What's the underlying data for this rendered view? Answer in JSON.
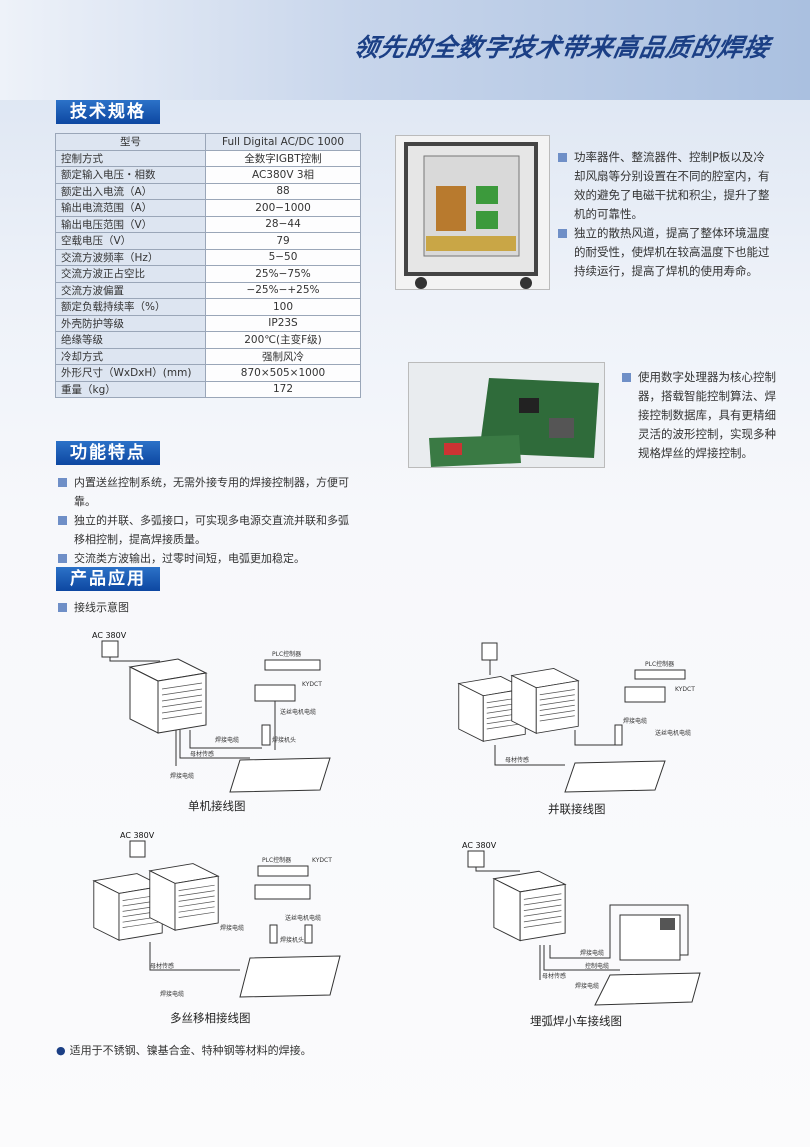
{
  "banner": {
    "title": "领先的全数字技术带来高品质的焊接"
  },
  "spec": {
    "heading": "技术规格",
    "header": [
      "型号",
      "Full Digital AC/DC 1000"
    ],
    "rows": [
      [
        "控制方式",
        "全数字IGBT控制"
      ],
      [
        "额定输入电压・相数",
        "AC380V 3相"
      ],
      [
        "额定出入电流（A）",
        "88"
      ],
      [
        "输出电流范围（A）",
        "200−1000"
      ],
      [
        "输出电压范围（V）",
        "28−44"
      ],
      [
        "空载电压（V）",
        "79"
      ],
      [
        "交流方波频率（Hz）",
        "5−50"
      ],
      [
        "交流方波正占空比",
        "25%−75%"
      ],
      [
        "交流方波偏置",
        "−25%−+25%"
      ],
      [
        "额定负载持续率（%）",
        "100"
      ],
      [
        "外壳防护等级",
        "IP23S"
      ],
      [
        "绝缘等级",
        "200℃(主变F级)"
      ],
      [
        "冷却方式",
        "强制风冷"
      ],
      [
        "外形尺寸（WxDxH）(mm)",
        "870×505×1000"
      ],
      [
        "重量（kg）",
        "172"
      ]
    ]
  },
  "machine_points": [
    "功率器件、整流器件、控制P板以及冷却风扇等分别设置在不同的腔室内，有效的避免了电磁干扰和积尘，提升了整机的可靠性。",
    "独立的散热风道，提高了整体环境温度的耐受性，使焊机在较高温度下也能过持续运行，提高了焊机的使用寿命。"
  ],
  "board_points": [
    "使用数字处理器为核心控制器，搭载智能控制算法、焊接控制数据库，具有更精细灵活的波形控制，实现多种规格焊丝的焊接控制。"
  ],
  "features": {
    "heading": "功能特点",
    "items": [
      "内置送丝控制系统，无需外接专用的焊接控制器，方便可靠。",
      "独立的并联、多弧接口，可实现多电源交直流并联和多弧移相控制，提高焊接质量。",
      "交流类方波输出，过零时间短，电弧更加稳定。"
    ]
  },
  "application": {
    "heading": "产品应用",
    "sub": "接线示意图",
    "labels": {
      "ac": "AC 380V",
      "plc": "PLC控制器",
      "kydct": "KYDCT",
      "feed": "送丝电机电缆",
      "weld_cable": "焊接电缆",
      "head": "焊接机头",
      "sense": "母材传感",
      "ctrl": "控制电缆"
    },
    "captions": [
      "单机接线图",
      "并联接线图",
      "多丝移相接线图",
      "埋弧焊小车接线图"
    ]
  },
  "footnote": "适用于不锈钢、镍基合金、特种钢等材料的焊接。"
}
